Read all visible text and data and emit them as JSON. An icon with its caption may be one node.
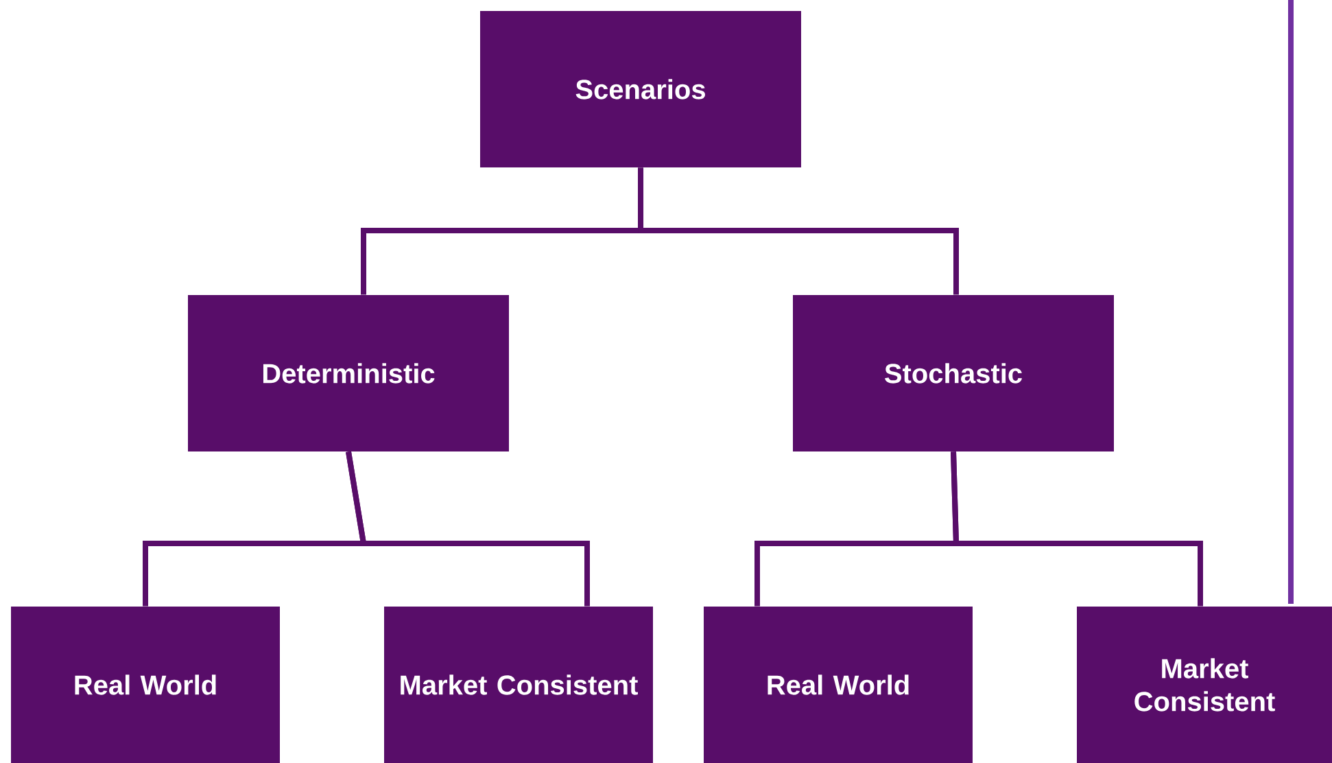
{
  "diagram": {
    "nodes": [
      {
        "text": [
          "Scenarios"
        ]
      },
      {
        "text": [
          "Deterministic"
        ]
      },
      {
        "text": [
          "Stochastic"
        ]
      },
      {
        "text": [
          "Real World"
        ]
      },
      {
        "text": [
          "Market Consistent"
        ]
      },
      {
        "text": [
          "Real World"
        ]
      },
      {
        "text": [
          "Market Consistent"
        ]
      }
    ],
    "edges": [
      {
        "from": 0,
        "to": 1,
        "arrow": "none"
      },
      {
        "from": 0,
        "to": 2,
        "arrow": "none"
      },
      {
        "from": 1,
        "to": 3,
        "arrow": "none"
      },
      {
        "from": 1,
        "to": 4,
        "arrow": "none"
      },
      {
        "from": 2,
        "to": 5,
        "arrow": "none"
      },
      {
        "from": 2,
        "to": 6,
        "arrow": "none"
      }
    ]
  }
}
